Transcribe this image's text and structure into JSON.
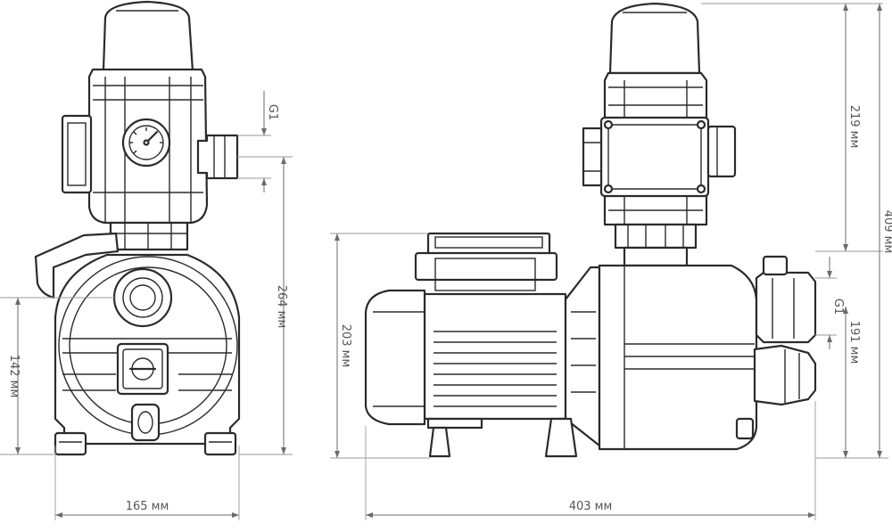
{
  "dimensions": {
    "front_width": "165 мм",
    "front_total_height": "264 мм",
    "front_inlet_height": "142 мм",
    "front_outlet_thread": "G1",
    "side_length": "403 мм",
    "side_motor_height": "203 мм",
    "side_total_height": "409 мм",
    "side_switch_height": "219 мм",
    "side_inlet_height": "191 мм",
    "side_inlet_thread": "G1"
  },
  "colors": {
    "line": "#2b2b2b",
    "dimension": "#6b6b6b",
    "background": "#ffffff"
  },
  "icons": [
    "pressure-gauge-icon",
    "brand-logo-icon"
  ]
}
